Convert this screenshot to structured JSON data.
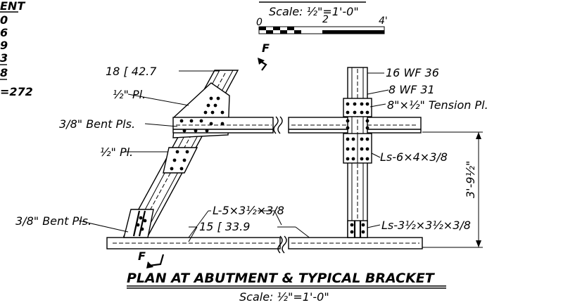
{
  "legend_top_left": {
    "title_fragment": "ENT",
    "values": [
      "0",
      "6",
      "9",
      "3",
      "8"
    ],
    "total": "=272"
  },
  "top_scale": {
    "label": "Scale: ½\"=1'-0\"",
    "ticks": [
      "0",
      "2",
      "4'"
    ]
  },
  "labels": {
    "channel_brace": "18 [ 42.7",
    "half_plate_top": "½\" Pl.",
    "bent_plates_upper": "3/8\" Bent Pls.",
    "half_plate_mid": "½\" Pl.",
    "bent_plates_lower": "3/8\" Bent Pls.",
    "section_f_top": "F",
    "section_f_bottom": "F",
    "angle_bottom": "L-5×3½×3/8",
    "channel_bottom": "15 [ 33.9",
    "column": "16 WF 36",
    "beam": "8 WF 31",
    "tension_plate": "8\"×½\" Tension Pl.",
    "angles_bracket": "Ls-6×4×3/8",
    "angles_base": "Ls-3½×3½×3/8",
    "height_dim": "3'-9½\""
  },
  "title": {
    "main": "PLAN AT ABUTMENT & TYPICAL BRACKET",
    "scale": "Scale: ½\"=1'-0\""
  }
}
